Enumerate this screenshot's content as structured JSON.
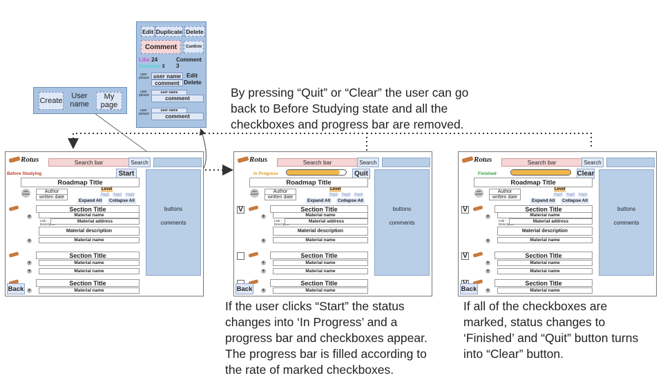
{
  "annotations": {
    "top": [
      "By pressing “Quit” or “Clear” the user can go",
      "back to Before Studying state and all the",
      "checkboxes and progress bar are removed."
    ],
    "middle": [
      "If the user clicks “Start” the status",
      "changes into ‘In Progress’ and a",
      "progress bar and checkboxes appear.",
      "The progress bar is filled according to",
      "the rate of marked checkboxes."
    ],
    "right": [
      "If all of the checkboxes are",
      "marked, status changes to",
      "‘Finished’ and “Quit” button turns",
      "into “Clear” button."
    ]
  },
  "small_popup": {
    "create": "Create",
    "user_name": "User name",
    "my_page": "My page"
  },
  "comment_popup": {
    "edit": "Edit",
    "duplicate": "Duplicate",
    "delete": "Delete",
    "comment_btn": "Comment",
    "confirm": "Confirm",
    "like": "Like",
    "like_count": "24",
    "comment_count": "Comment 3",
    "duplicate_count": "3",
    "user_picture": "user picture",
    "user_name": "user name",
    "comment": "comment",
    "edit2": "Edit",
    "delete2": "Delete"
  },
  "common": {
    "logo": "Rotus",
    "search_bar": "Search bar",
    "search_btn": "Search",
    "roadmap_title": "Roadmap Title",
    "user_picture": "user picture",
    "author": "Author",
    "written_date": "written date",
    "level": "Level",
    "tags": [
      "Tag1",
      "Tag2",
      "Tag3"
    ],
    "expand_all": "Expand All",
    "collapse_all": "Collapse All",
    "section_title": "Section Title",
    "material_name": "Material name",
    "link_label": "Link : Description",
    "material_address": "Material address",
    "material_description": "Material description",
    "back": "Back",
    "side_buttons": "buttons",
    "side_comments": "comments"
  },
  "screens": [
    {
      "status": "Before Studying",
      "status_color": "#c0392b",
      "action": "Start",
      "progress": null,
      "checked": []
    },
    {
      "status": "In Progress",
      "status_color": "#e59a1f",
      "action": "Quit",
      "progress": 0.9,
      "checked": [
        true,
        false,
        false
      ]
    },
    {
      "status": "Finished",
      "status_color": "#2e9e3a",
      "action": "Clear",
      "progress": 1.0,
      "checked": [
        true,
        true,
        true
      ]
    }
  ],
  "checkmark": "V"
}
